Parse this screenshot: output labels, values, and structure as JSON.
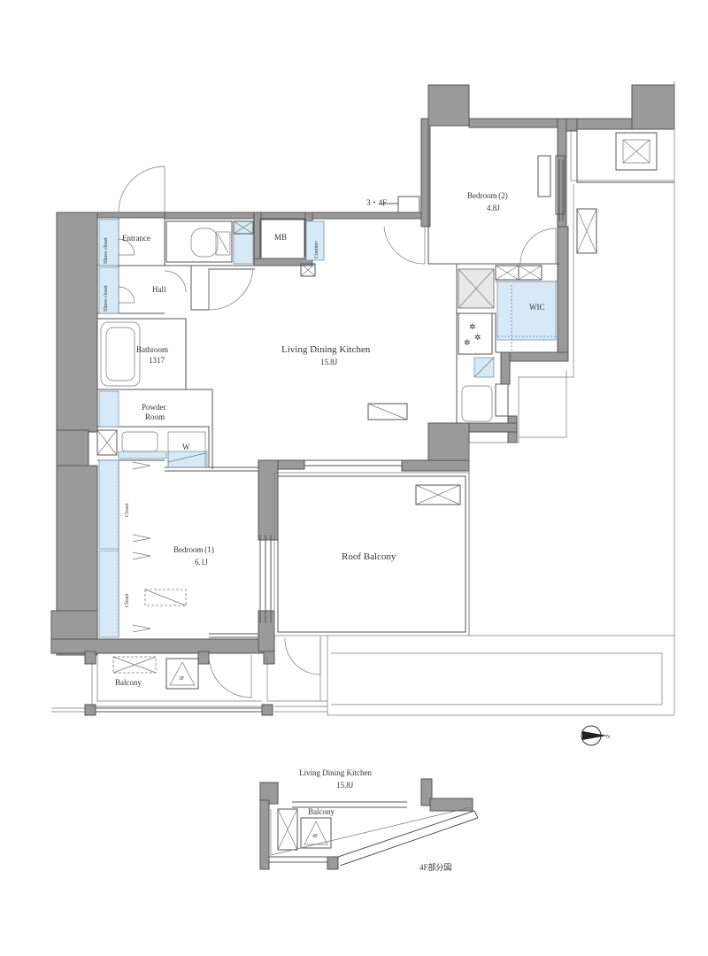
{
  "plan": {
    "rooms": {
      "entrance": "Entrance",
      "hall": "Hall",
      "shoes_closet_1": "Shoes closet",
      "shoes_closet_2": "Shoes closet",
      "bathroom": "Bathroom",
      "bathroom_size": "1317",
      "powder_room_1": "Powder",
      "powder_room_2": "Room",
      "washer": "W",
      "mb": "MB",
      "counter": "Counter",
      "ldk": "Living Dining Kitchen",
      "ldk_size": "15.8J",
      "bedroom1": "Bedroom (1)",
      "bedroom1_size": "6.1J",
      "bedroom2": "Bedroom (2)",
      "bedroom2_size": "4.8J",
      "wic": "WIC",
      "closet_1": "Closet",
      "closet_2": "Closet",
      "roof_balcony": "Roof Balcony",
      "balcony": "Balcony",
      "floor_marker": "3・4F",
      "hatch_3f": "3F"
    },
    "inset": {
      "ldk": "Living Dining Kitchen",
      "ldk_size": "15.8J",
      "balcony": "Balcony",
      "hatch_4f": "4F",
      "caption": "4F部分図"
    },
    "compass": "N"
  },
  "colors": {
    "wall": "#9a9a9a",
    "storage": "#d6e9f6",
    "line": "#555555"
  }
}
